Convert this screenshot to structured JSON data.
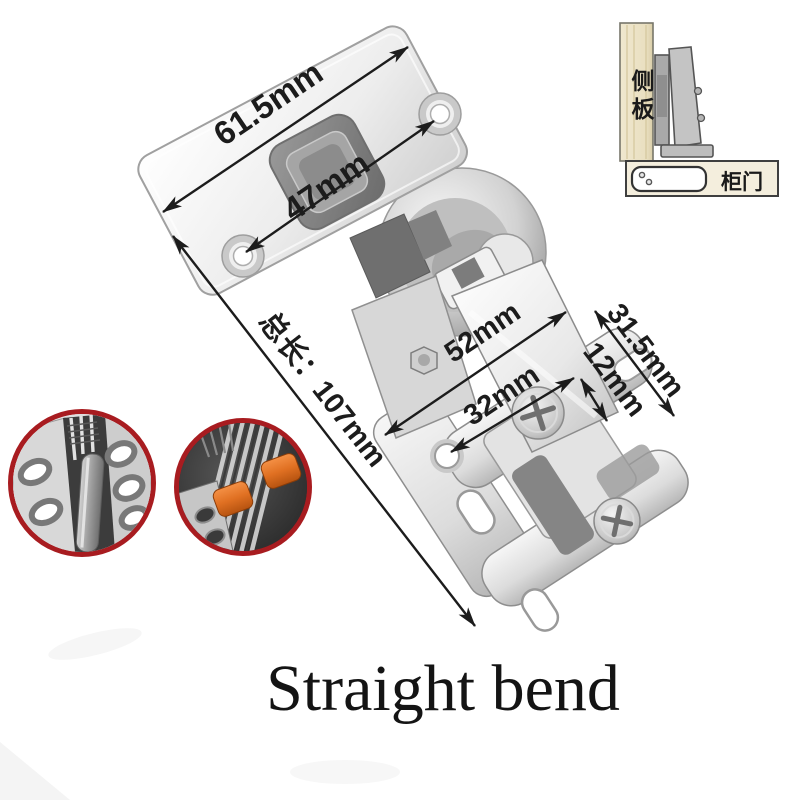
{
  "product": {
    "title": "Straight bend"
  },
  "annotations": {
    "plate_length": "61.5mm",
    "cup_hole_spacing": "47mm",
    "total_length": "总长：107mm",
    "arm_length": "52mm",
    "mount_hole_spacing": "32mm",
    "mount_hole_offset": "12mm",
    "mount_plate_width": "31.5mm"
  },
  "installation_diagram": {
    "side_panel_label": "侧板",
    "door_label": "柜门"
  },
  "colors": {
    "annotation_ink": "#1c1c1c",
    "inset_ring_red": "#a81c20",
    "damper_orange": "#e07022",
    "side_panel_wood": "#ece3c6",
    "door_wood": "#f4eedd",
    "metal_light": "#f2f2f2",
    "metal_dark": "#8a8a8a"
  }
}
